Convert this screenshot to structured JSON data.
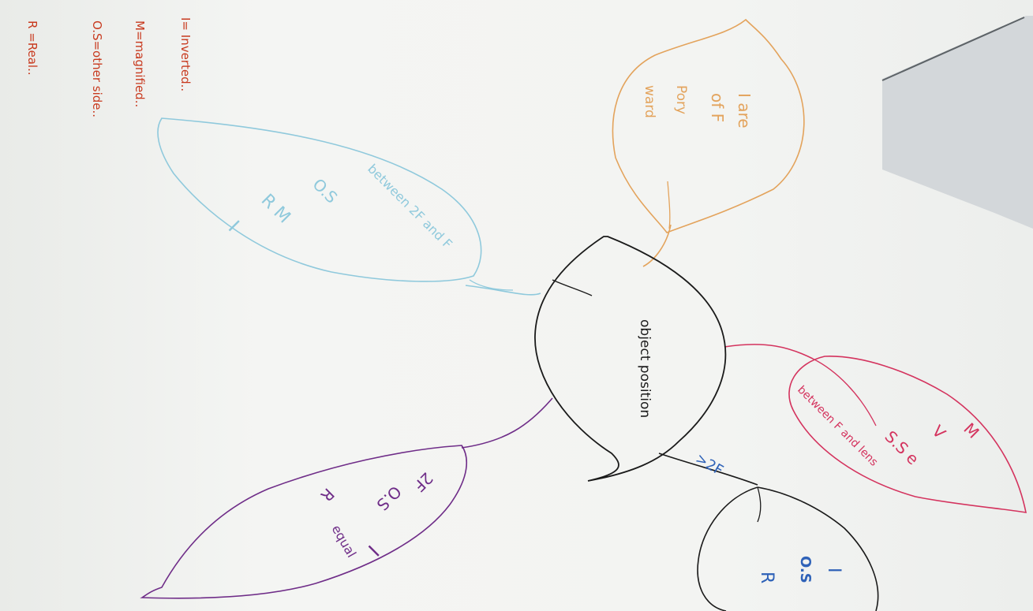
{
  "legend": {
    "inverted": "I= Inverted..",
    "magnified": "M=magnified..",
    "other_side": "O.S=other side..",
    "real": "R =Real.."
  },
  "center": {
    "label": "object position"
  },
  "leaves": {
    "orange": {
      "lines": [
        "I are",
        "of F",
        "Pory",
        "ward"
      ]
    },
    "blue": {
      "title": "between 2F and F",
      "lines": [
        "O.S",
        "R M",
        "I"
      ]
    },
    "red": {
      "title": "between F and lens",
      "lines": [
        "M",
        "V",
        "S.S e"
      ]
    },
    "purple": {
      "lines": [
        "2F",
        "O.S",
        "R",
        "I",
        "equal"
      ]
    },
    "black": {
      "branch_label": ">2F",
      "lines": [
        "I",
        "O.S",
        "R"
      ]
    }
  },
  "colors": {
    "orange": "#e3a35c",
    "blue": "#8fc9dc",
    "red": "#d4335e",
    "purple": "#6f2d88",
    "black": "#1a1a1a",
    "legend": "#c8391e",
    "blue_ink": "#2f62b8"
  }
}
